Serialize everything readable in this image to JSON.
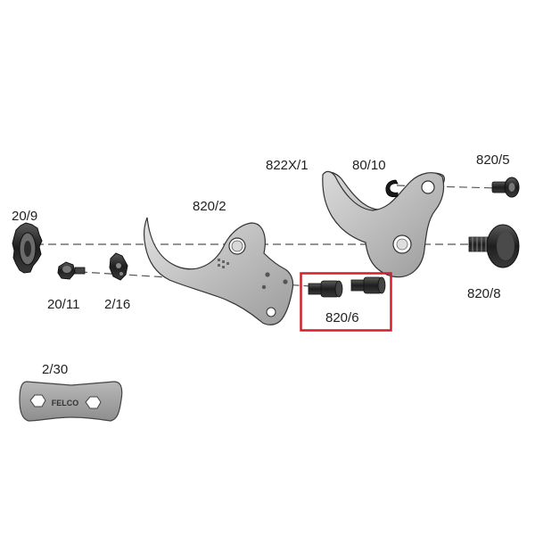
{
  "parts": {
    "nut_20_9": "20/9",
    "screw_20_11": "20/11",
    "clip_2_16": "2/16",
    "blade_820_2": "820/2",
    "anvil_822x_1": "822X/1",
    "ring_80_10": "80/10",
    "bolt_820_5": "820/5",
    "bolt_820_8": "820/8",
    "screws_820_6": "820/6",
    "key_2_30": "2/30"
  },
  "logo_text": "FELCO",
  "colors": {
    "highlight": "#d0202a",
    "metal_light": "#c8c8c8",
    "metal_mid": "#a0a0a0",
    "metal_dark": "#2a2a2a"
  }
}
